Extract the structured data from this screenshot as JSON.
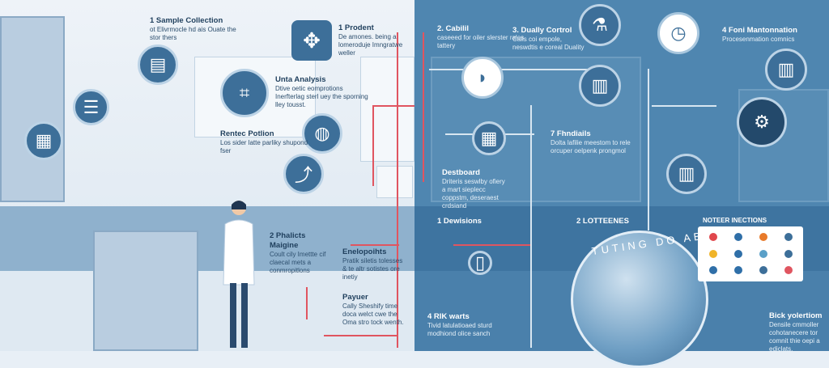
{
  "labels": {
    "sample": {
      "title": "1 Sample Collection",
      "body": "ot Elivrmocle hd ais Ouate the stor thers"
    },
    "prodent": {
      "title": "1 Prodent",
      "body": "De amones. being a lomeroduje Imngratwe weller"
    },
    "analysis": {
      "title": "Unta Analysis",
      "body": "Dtive oetic eomprotions Inerfterlag sterl uey the sporning lley tousst."
    },
    "rentee": {
      "title": "Rentec Potlion",
      "body": "Los sider latte parliky shupond fser"
    },
    "cabili": {
      "title": "2. Cabilil",
      "body": "caseeed for oiler slerster rales tattery"
    },
    "quality": {
      "title": "3. Dually Cortrol",
      "body": "Calls coi empole, neswdtis e coreal Duality"
    },
    "moni": {
      "title": "4 Foni Mantonnation",
      "body": "Procesenmation comnics"
    },
    "findials": {
      "title": "7 Fhndiails",
      "body": "Dolta lafilie meestom to rele orcuper oelpenk prongmol"
    },
    "dashboard": {
      "title": "Destboard",
      "body": "Driteris seswlby ofiery a mart sieplecc coppstm, deseraest crdsiand"
    },
    "decisions": {
      "title": "1 Dewisions",
      "body": ""
    },
    "lottenes": {
      "title": "2 LOTTEENES",
      "body": ""
    },
    "phalicts": {
      "title": "2 Phalicts Maigine",
      "body": "Coult cily Imettte cif claecal mets a conmropitlons"
    },
    "enelo": {
      "title": "Enelopoihts",
      "body": "Pratik siletis tolesses & te altr sotistes ore inetiy"
    },
    "payuer": {
      "title": "Payuer",
      "body": "Cally Sheshify time doca welct cwe the Oma stro tock wenth."
    },
    "rkwarts": {
      "title": "4 RIK warts",
      "body": "Tivid latulatioaed sturd modhiond olice sanch"
    },
    "bick": {
      "title": "Bick yolertiom",
      "body": "Densile cmmoller cohotanecere tor comnit thie oepi a ediclats."
    }
  },
  "notice_title": "NOTEER INECTIONS",
  "globe_text": "TUTING DO ABESTE",
  "colors": {
    "left_bg": "#e8eff6",
    "right_bg": "#4f86b0",
    "icon": "#3d6f99",
    "arrow": "#e05560"
  },
  "notice_icon_colors": [
    "#e0474c",
    "#2f6fa8",
    "#e87a2a",
    "#3d6f99",
    "#f0b429",
    "#2f6fa8",
    "#5aa0c8",
    "#3d6f99",
    "#2f6fa8",
    "#2f6fa8",
    "#3d6f99",
    "#e05560"
  ],
  "icons": [
    "database-icon",
    "network-icon",
    "microscope-icon",
    "globe-icon",
    "flask-icon",
    "clock-icon",
    "chart-icon",
    "gear-icon",
    "dashboard-icon"
  ]
}
